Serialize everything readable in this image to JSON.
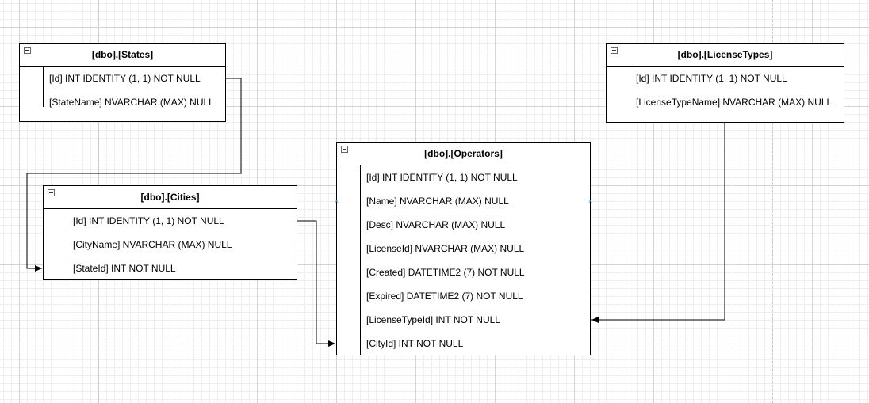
{
  "tables": {
    "states": {
      "title": "[dbo].[States]",
      "rows": [
        "[Id] INT IDENTITY (1, 1) NOT NULL",
        "[StateName] NVARCHAR (MAX) NULL"
      ]
    },
    "cities": {
      "title": "[dbo].[Cities]",
      "rows": [
        "[Id] INT IDENTITY (1, 1) NOT NULL",
        "[CityName] NVARCHAR (MAX) NULL",
        "[StateId] INT NOT NULL"
      ]
    },
    "operators": {
      "title": "[dbo].[Operators]",
      "rows": [
        "[Id] INT IDENTITY (1, 1) NOT NULL",
        "[Name] NVARCHAR (MAX) NULL",
        "[Desc] NVARCHAR (MAX) NULL",
        "[LicenseId] NVARCHAR (MAX) NULL",
        "[Created] DATETIME2 (7) NOT NULL",
        "[Expired] DATETIME2 (7) NOT NULL",
        "[LicenseTypeId] INT NOT NULL",
        "[CityId] INT NOT NULL"
      ]
    },
    "licensetypes": {
      "title": "[dbo].[LicenseTypes]",
      "rows": [
        "[Id] INT IDENTITY (1, 1) NOT NULL",
        "[LicenseTypeName] NVARCHAR (MAX) NULL"
      ]
    }
  },
  "colors": {
    "line": "#000000",
    "grid": "#d4d4d4",
    "anchor": "#3a8fd6"
  },
  "icons": {
    "collapse": "collapse-icon",
    "anchor": "connection-point-icon"
  }
}
